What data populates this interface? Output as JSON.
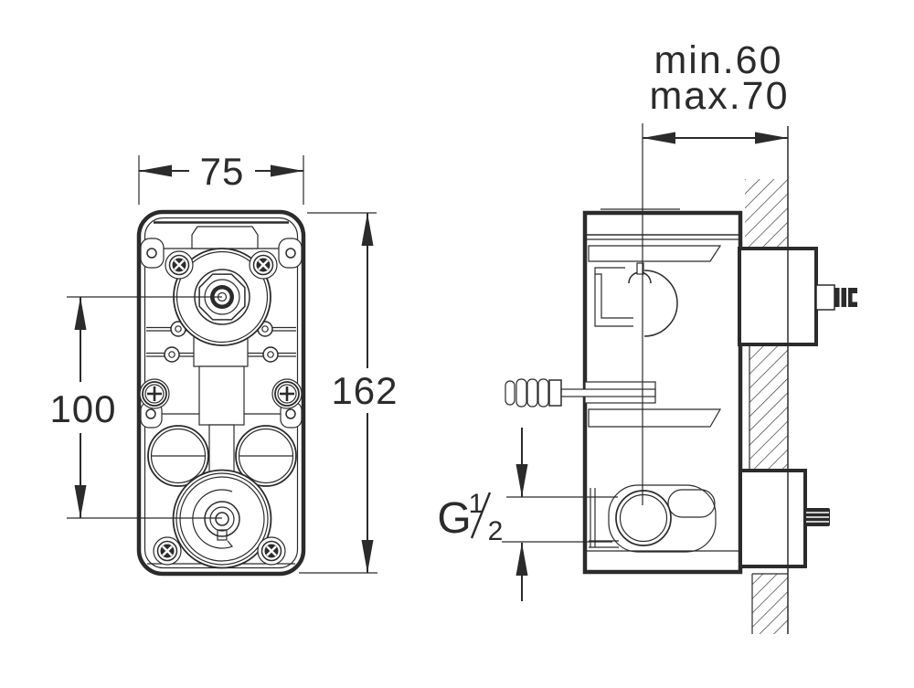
{
  "page": {
    "background_color": "#ffffff",
    "line_color": "#2b2b2b",
    "description": "Technical installation drawing of a concealed shower valve body: front view and wall-section side view with dimensions"
  },
  "front_view": {
    "dim_width": "75",
    "dim_height": "162",
    "dim_port_spacing": "100"
  },
  "side_view": {
    "dim_depth_min": "min.60",
    "dim_depth_max": "max.70",
    "thread_prefix": "G",
    "thread_numerator": "1",
    "thread_denominator": "2",
    "thread_label": "G½"
  }
}
